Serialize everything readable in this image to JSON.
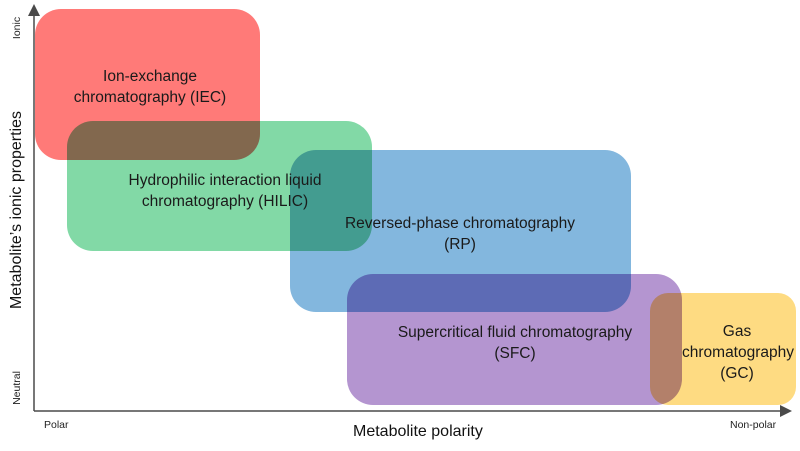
{
  "axes": {
    "x_title": "Metabolite polarity",
    "y_title": "Metabolite’s ionic properties",
    "x_min_label": "Polar",
    "x_max_label": "Non-polar",
    "y_min_label": "Neutral",
    "y_max_label": "Ionic"
  },
  "regions": [
    {
      "line1": "Ion-exchange",
      "line2": "chromatography (IEC)",
      "color": "#ff7a78"
    },
    {
      "line1": "Hydrophilic interaction liquid",
      "line2": "chromatography (HILIC)",
      "color": "#82d9a6"
    },
    {
      "line1": "Reversed-phase chromatography",
      "line2": "(RP)",
      "color": "#83b7de"
    },
    {
      "line1": "Supercritical fluid chromatography",
      "line2": "(SFC)",
      "color": "#b495d0"
    },
    {
      "line1": "Gas",
      "line2": "chromatography",
      "line3": "(GC)",
      "color": "#fedb82"
    }
  ],
  "colors": {
    "axis": "#4a4a4a"
  }
}
